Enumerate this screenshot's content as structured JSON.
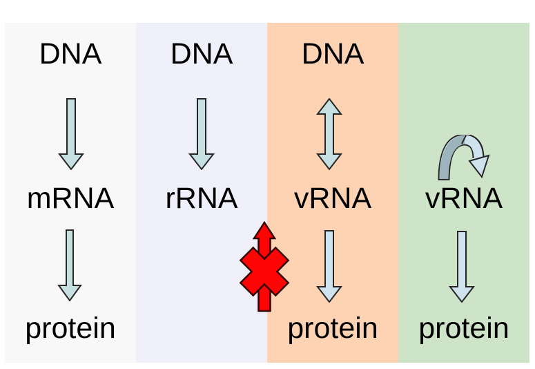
{
  "diagram": {
    "title_semantic": "",
    "columns": [
      {
        "id": "mrna-pathway",
        "top_label": "DNA",
        "mid_label": "mRNA",
        "bottom_label": "protein"
      },
      {
        "id": "rrna-pathway",
        "top_label": "DNA",
        "mid_label": "rRNA",
        "bottom_label": ""
      },
      {
        "id": "vrna-dna-pathway",
        "top_label": "DNA",
        "mid_label": "vRNA",
        "bottom_label": "protein"
      },
      {
        "id": "vrna-pathway",
        "top_label": "",
        "mid_label": "vRNA",
        "bottom_label": "protein"
      }
    ],
    "icons": [
      "down-block-arrow-icon",
      "down-block-arrow-icon",
      "double-headed-arrow-icon",
      "down-block-arrow-icon",
      "down-block-arrow-icon",
      "down-block-arrow-icon",
      "loop-replication-arrow-icon",
      "blocked-up-arrow-icon",
      "red-x-icon"
    ]
  },
  "colors": {
    "col1_bg": "#f8f8f8",
    "col2_bg": "#eff0fa",
    "col3_bg": "#fdd3b3",
    "col4_bg": "#cde4c8",
    "arrow_teal": "#c6e0e1",
    "arrow_blue": "#cfe3ee",
    "arrow_dark": "#9db4bd",
    "arrow_outline": "#262626",
    "block_red": "#ff0404",
    "block_red_outline": "#330000",
    "text_color": "#000000"
  }
}
